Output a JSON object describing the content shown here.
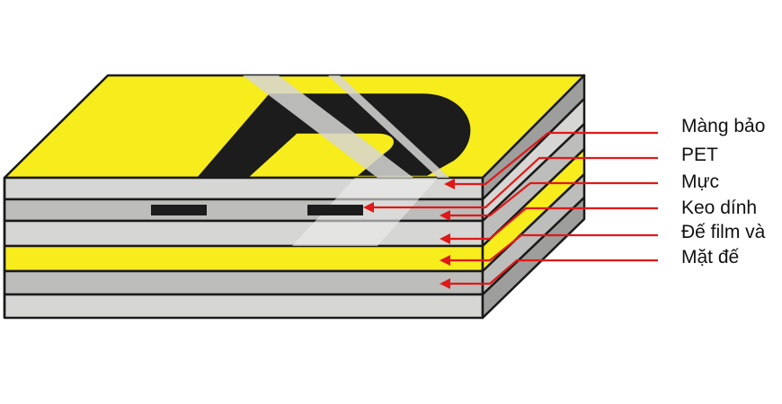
{
  "colors": {
    "yellow": "#f7ec1c",
    "gray_light": "#d6d6d4",
    "gray_mid": "#bdbdbb",
    "gray_dark": "#9e9e9c",
    "ink": "#1c1c1c",
    "arrow": "#e01818",
    "outline": "#1a1a1a"
  },
  "labels": [
    {
      "text": "Màng bảo",
      "color": "#e01818"
    },
    {
      "text": "PET",
      "color": "#e01818"
    },
    {
      "text": "Mực",
      "color": "#e01818"
    },
    {
      "text": "Keo dính",
      "color": "#e01818"
    },
    {
      "text": "Đế film và",
      "color": "#e01818"
    },
    {
      "text": "Mặt đế",
      "color": "#e01818"
    }
  ]
}
